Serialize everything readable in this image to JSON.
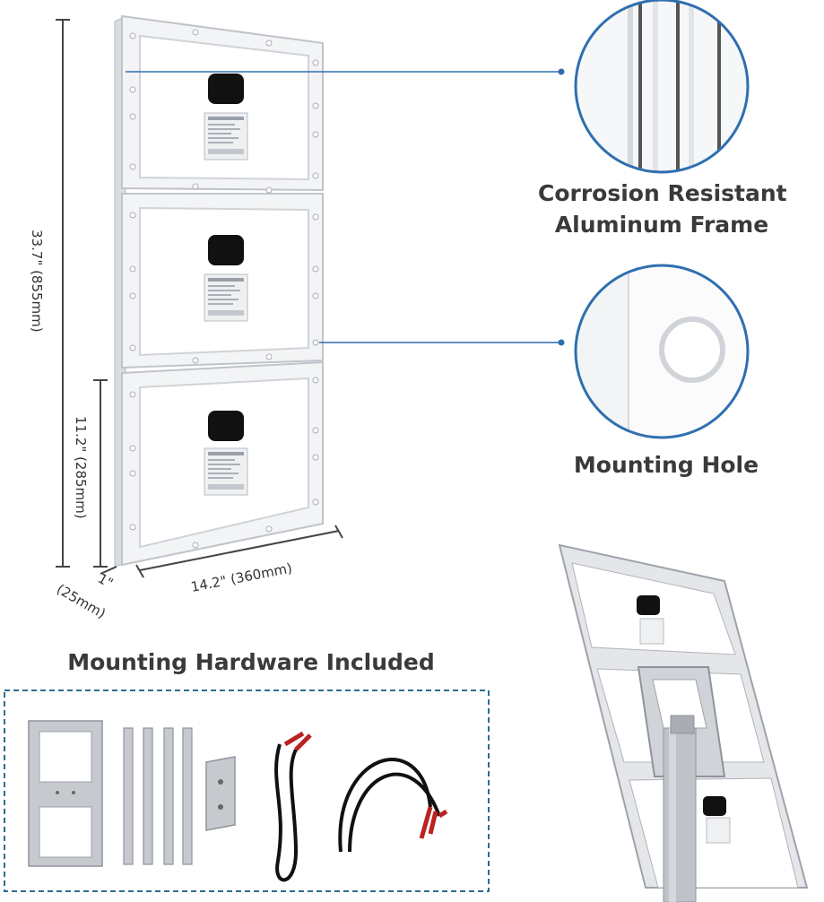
{
  "dimensions": {
    "height_total": "33.7\"  (855mm)",
    "height_panel": "11.2\"  (285mm)",
    "width": "14.2\"  (360mm)",
    "depth_in": "1\"",
    "depth_mm": "(25mm)"
  },
  "callouts": {
    "frame_line1": "Corrosion Resistant",
    "frame_line2": "Aluminum Frame",
    "hole": "Mounting Hole"
  },
  "hardware": {
    "title": "Mounting Hardware Included"
  },
  "colors": {
    "accent_blue": "#2f6fb0",
    "dashed_border": "#2e6d8e",
    "frame_grey": "#c9cdd2",
    "dim_line": "#444444"
  }
}
